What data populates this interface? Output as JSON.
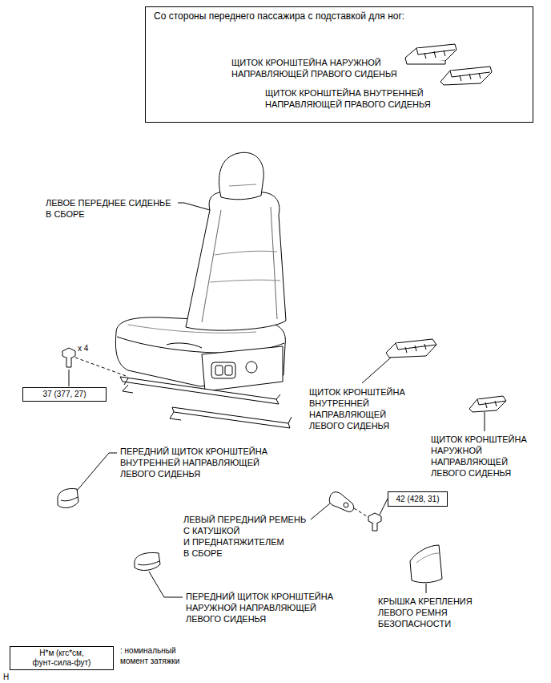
{
  "diagram": {
    "nodes": [
      {
        "text": [
          "Со стороны переднего пассажира с подставкой для ног:",
          "ЩИТОК КРОНШТЕЙНА НАРУЖНОЙ НАПРАВЛЯЮЩЕЙ ПРАВОГО СИДЕНЬЯ",
          "ЩИТОК КРОНШТЕЙНА ВНУТРЕННЕЙ НАПРАВЛЯЮЩЕЙ ПРАВОГО СИДЕНЬЯ"
        ]
      },
      {
        "text": [
          "37 (377, 27)"
        ]
      },
      {
        "text": [
          "42 (428, 31)"
        ]
      },
      {
        "text": [
          "Н*м (кгс*см, фунт-сила-фут)"
        ]
      }
    ],
    "labels": [
      "ЛЕВОЕ ПЕРЕДНЕЕ СИДЕНЬЕ В СБОРЕ",
      "x 4",
      "ЩИТОК КРОНШТЕЙНА ВНУТРЕННЕЙ НАПРАВЛЯЮЩЕЙ ЛЕВОГО СИДЕНЬЯ",
      "ЩИТОК КРОНШТЕЙНА НАРУЖНОЙ НАПРАВЛЯЮЩЕЙ ЛЕВОГО СИДЕНЬЯ",
      "ПЕРЕДНИЙ ЩИТОК КРОНШТЕЙНА ВНУТРЕННЕЙ НАПРАВЛЯЮЩЕЙ ЛЕВОГО СИДЕНЬЯ",
      "ЛЕВЫЙ ПЕРЕДНИЙ РЕМЕНЬ С КАТУШКОЙ И ПРЕДНАТЯЖИТЕЛЕМ В СБОРЕ",
      "ПЕРЕДНИЙ ЩИТОК КРОНШТЕЙНА НАРУЖНОЙ НАПРАВЛЯЮЩЕЙ ЛЕВОГО СИДЕНЬЯ",
      "КРЫШКА КРЕПЛЕНИЯ ЛЕВОГО РЕМНЯ БЕЗОПАСНОСТИ",
      ": номинальный момент затяжки",
      "H"
    ]
  }
}
